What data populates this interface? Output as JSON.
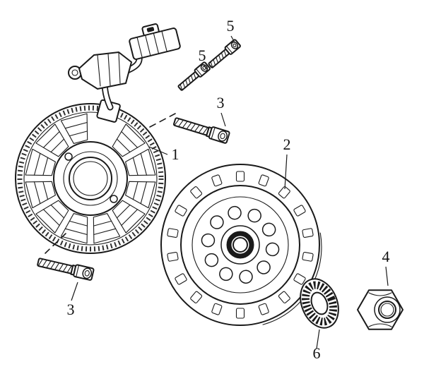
{
  "colors": {
    "background": "#ffffff",
    "ink": "#1a1a1a"
  },
  "callouts": [
    {
      "part": "stator-assembly",
      "label": "1"
    },
    {
      "part": "flywheel-rotor",
      "label": "2"
    },
    {
      "part": "socket-bolt-upper",
      "label": "3"
    },
    {
      "part": "socket-bolt-lower",
      "label": "3"
    },
    {
      "part": "hex-nut",
      "label": "4"
    },
    {
      "part": "socket-screw-top",
      "label": "5"
    },
    {
      "part": "socket-screw-mid",
      "label": "5"
    },
    {
      "part": "lock-washer",
      "label": "6"
    }
  ]
}
